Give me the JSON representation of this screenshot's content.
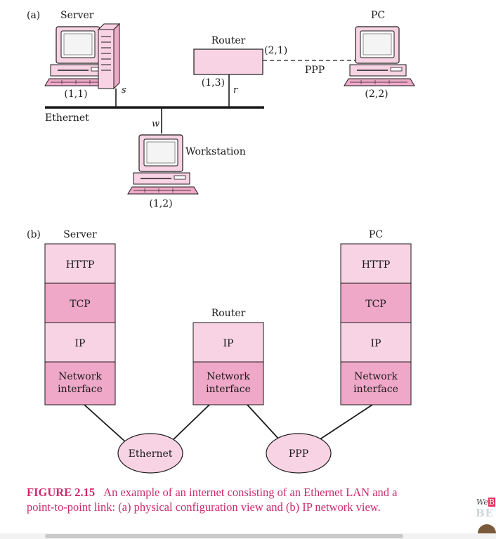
{
  "part_a": {
    "panel_label": "(a)",
    "server": {
      "label": "Server",
      "address": "(1,1)",
      "port": "s"
    },
    "router": {
      "label": "Router",
      "address_lan": "(1,3)",
      "port": "r",
      "address_ppp": "(2,1)"
    },
    "pc": {
      "label": "PC",
      "address": "(2,2)"
    },
    "link_label": "PPP",
    "ethernet_label": "Ethernet",
    "workstation": {
      "label": "Workstation",
      "address": "(1,2)",
      "port": "w"
    }
  },
  "part_b": {
    "panel_label": "(b)",
    "server": {
      "label": "Server",
      "layers": [
        "HTTP",
        "TCP",
        "IP",
        "Network",
        "interface"
      ]
    },
    "router": {
      "label": "Router",
      "layers": [
        "IP",
        "Network",
        "interface"
      ]
    },
    "pc": {
      "label": "PC",
      "layers": [
        "HTTP",
        "TCP",
        "IP",
        "Network",
        "interface"
      ]
    },
    "networks": [
      "Ethernet",
      "PPP"
    ]
  },
  "caption": {
    "figure_number": "FIGURE 2.15",
    "text": "An example of an internet consisting of an Ethernet LAN and a point-to-point link: (a) physical configuration view and (b) IP network view."
  },
  "logo": {
    "line1_a": "We",
    "line1_b": "B",
    "line2": "BE"
  },
  "colors": {
    "light_pink": "#f8d3e3",
    "dark_pink": "#f0a8c8",
    "caption": "#cc2a6e",
    "line": "#1a1a1a"
  }
}
